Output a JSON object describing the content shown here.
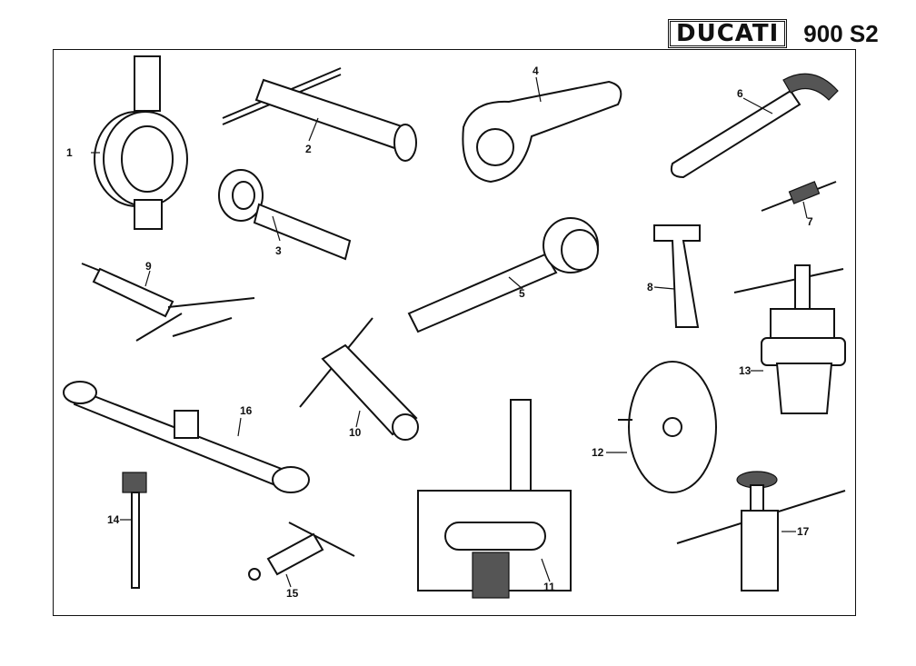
{
  "header": {
    "brand": "DUCATI",
    "model": "900 S2"
  },
  "parts": [
    {
      "id": "1",
      "label": "1"
    },
    {
      "id": "2",
      "label": "2"
    },
    {
      "id": "3",
      "label": "3"
    },
    {
      "id": "4",
      "label": "4"
    },
    {
      "id": "5",
      "label": "5"
    },
    {
      "id": "6",
      "label": "6"
    },
    {
      "id": "7",
      "label": "7"
    },
    {
      "id": "8",
      "label": "8"
    },
    {
      "id": "9",
      "label": "9"
    },
    {
      "id": "10",
      "label": "10"
    },
    {
      "id": "11",
      "label": "11"
    },
    {
      "id": "12",
      "label": "12"
    },
    {
      "id": "13",
      "label": "13"
    },
    {
      "id": "14",
      "label": "14"
    },
    {
      "id": "15",
      "label": "15"
    },
    {
      "id": "16",
      "label": "16"
    },
    {
      "id": "17",
      "label": "17"
    }
  ]
}
